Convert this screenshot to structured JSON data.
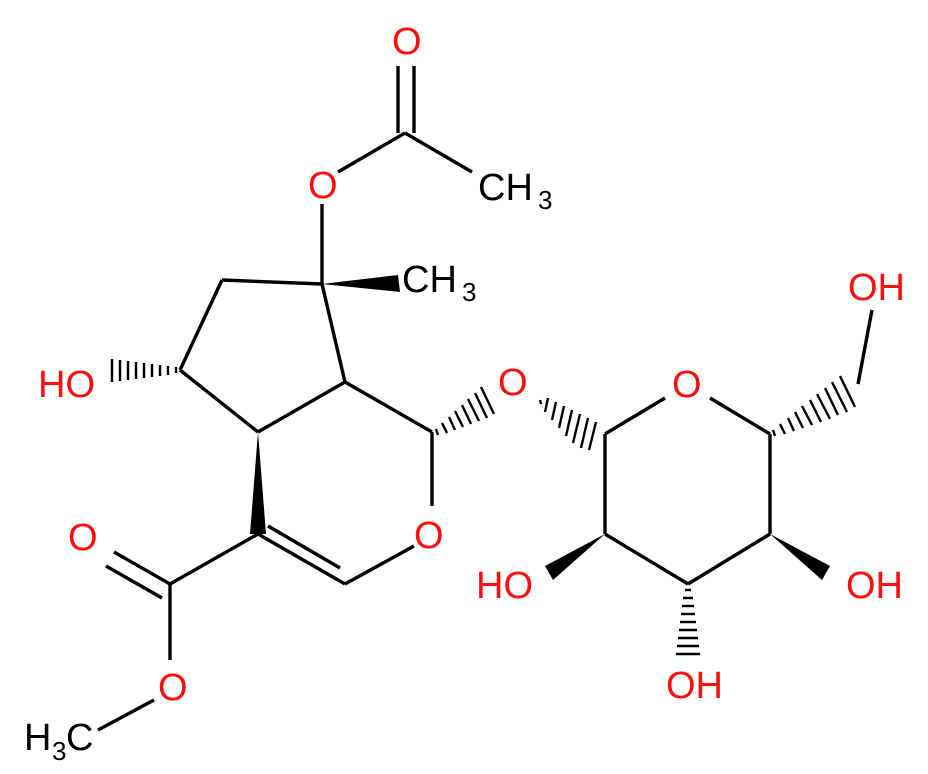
{
  "colors": {
    "bond": "#000000",
    "oxygen": "#ff0d0d",
    "carbon_label": "#000000",
    "background": "#ffffff"
  },
  "atoms": {
    "o_acetyl_carbonyl": "O",
    "c_acetyl_methyl": "CH",
    "c_acetyl_methyl_sub": "3",
    "o_acetyl_ester": "O",
    "c_methyl_quat": "CH",
    "c_methyl_quat_sub": "3",
    "o_hydroxy_cyclopentane": "HO",
    "o_glycosidic": "O",
    "o_pyran_ring_sugar": "O",
    "o_hydroxymethyl": "OH",
    "o_ester_carbonyl": "O",
    "o_dihydropyran_ring": "O",
    "o_sugar_oh_left": "HO",
    "o_sugar_oh_right": "OH",
    "o_sugar_oh_bottom": "OH",
    "o_methyl_ester": "O",
    "c_methoxy": "H",
    "c_methoxy_sub": "3",
    "c_methoxy_tail": "C"
  }
}
